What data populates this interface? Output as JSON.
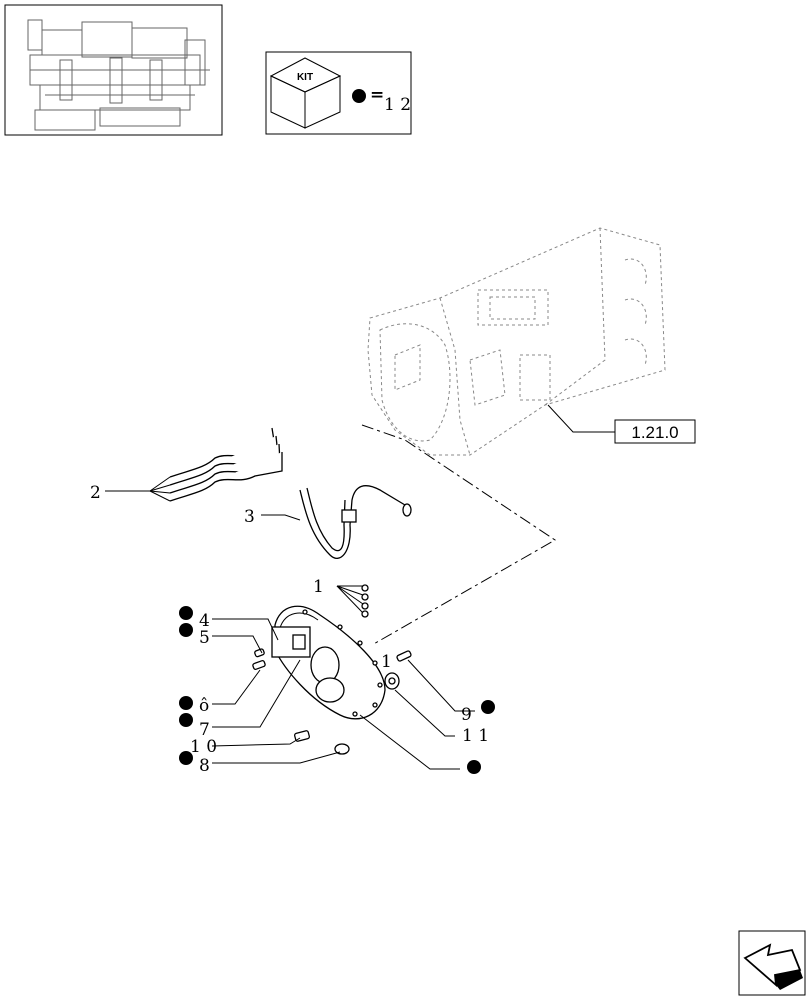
{
  "kit": {
    "label": "KIT",
    "equals": "=",
    "value": "1 2"
  },
  "reference": {
    "label": "1.21.0"
  },
  "callouts": [
    {
      "id": "c1",
      "text": "1"
    },
    {
      "id": "c2",
      "text": "2"
    },
    {
      "id": "c3",
      "text": "3"
    },
    {
      "id": "c4",
      "text": "4"
    },
    {
      "id": "c5",
      "text": "5"
    },
    {
      "id": "c6",
      "text": "ô"
    },
    {
      "id": "c7",
      "text": "7"
    },
    {
      "id": "c8",
      "text": "8"
    },
    {
      "id": "c9",
      "text": "9"
    },
    {
      "id": "c10",
      "text": "1 0"
    },
    {
      "id": "c11",
      "text": "1 1"
    },
    {
      "id": "c1b",
      "text": "1"
    }
  ]
}
